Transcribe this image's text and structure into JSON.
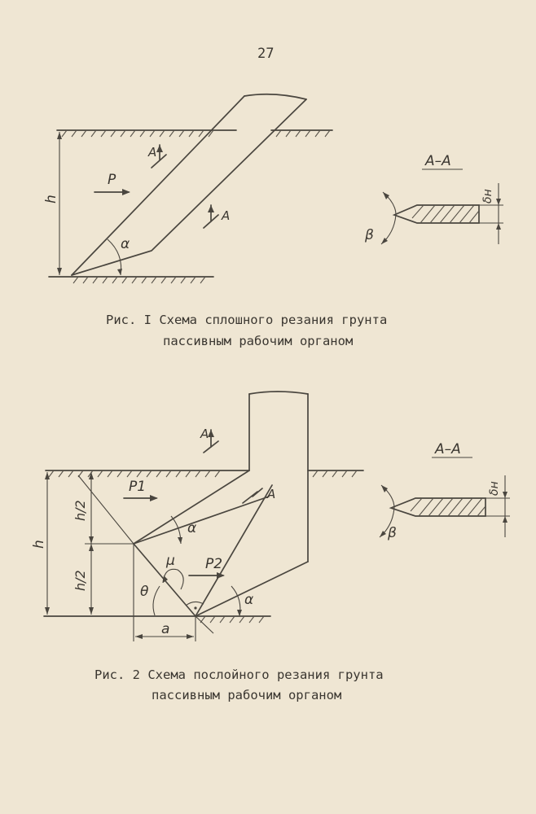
{
  "page_number": "27",
  "colors": {
    "paper": "#efe6d3",
    "ink": "#3a3630"
  },
  "figure1": {
    "caption_line1": "Рис. I  Схема сплошного резания грунта",
    "caption_line2": "пассивным рабочим органом",
    "labels": {
      "depth": "h",
      "force": "P",
      "angle_alpha": "α",
      "section_mark_top": "A",
      "section_mark_bottom": "A",
      "section_title": "A–A",
      "angle_beta": "β",
      "thickness": "δн"
    }
  },
  "figure2": {
    "caption_line1": "Рис. 2 Схема послойного резания грунта",
    "caption_line2": "пассивным рабочим органом",
    "labels": {
      "depth": "h",
      "half_depth_top": "h/2",
      "half_depth_bottom": "h/2",
      "force_upper": "P1",
      "force_lower": "P2",
      "angle_alpha_upper": "α",
      "angle_alpha_lower": "α",
      "angle_mu": "μ",
      "angle_theta": "θ",
      "offset": "a",
      "section_mark_top": "A",
      "section_mark_bottom": "A",
      "section_title": "A–A",
      "angle_beta": "β",
      "thickness": "δн"
    }
  }
}
